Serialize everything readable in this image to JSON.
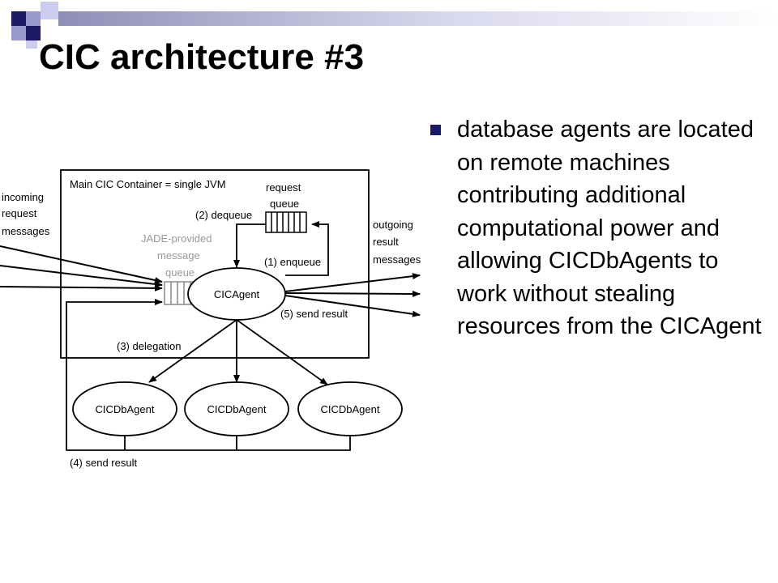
{
  "slide": {
    "title": "CIC architecture #3",
    "bullets": [
      "database agents are located on remote machines contributing additional computational power and allowing CICDbAgents to work without stealing resources from the CICAgent"
    ],
    "colors": {
      "bullet": "#1a1a66",
      "deco_dark": "#1a1a66",
      "deco_mid": "#9999cc",
      "deco_light": "#ccccee"
    }
  },
  "diagram": {
    "container_label": "Main CIC Container = single JVM",
    "incoming": [
      "incoming",
      "request",
      "messages"
    ],
    "outgoing": [
      "outgoing",
      "result",
      "messages"
    ],
    "request_queue": [
      "request",
      "queue"
    ],
    "jade_queue": [
      "JADE-provided",
      "message",
      "queue"
    ],
    "dequeue": "(2) dequeue",
    "enqueue": "(1) enqueue",
    "cic_agent": "CICAgent",
    "send_result_5": "(5) send result",
    "delegation": "(3) delegation",
    "db_agents": [
      "CICDbAgent",
      "CICDbAgent",
      "CICDbAgent"
    ],
    "send_result_4": "(4) send result"
  }
}
